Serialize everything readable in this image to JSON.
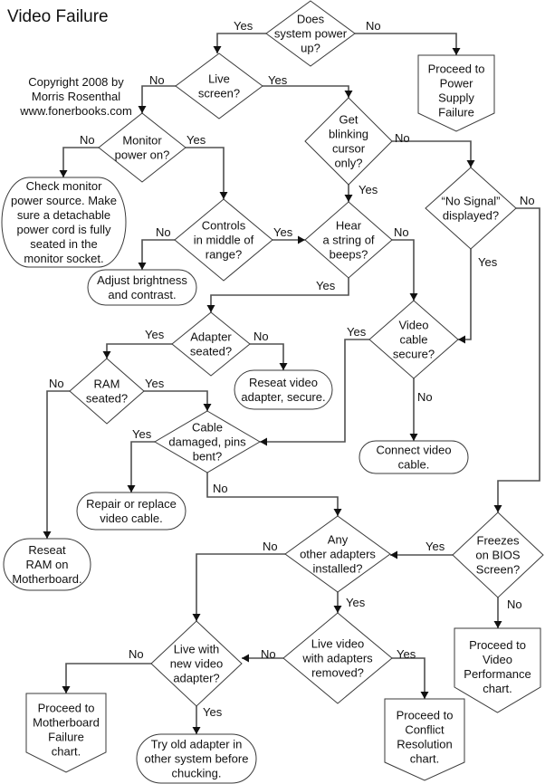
{
  "title": "Video Failure",
  "copyright": [
    "Copyright 2008 by",
    "Morris Rosenthal",
    "www.fonerbooks.com"
  ],
  "nodes": {
    "power_up": {
      "type": "decision",
      "lines": [
        "Does",
        "system power",
        "up?"
      ]
    },
    "power_supply": {
      "type": "offpage",
      "lines": [
        "Proceed to",
        "Power",
        "Supply",
        "Failure"
      ]
    },
    "live_screen": {
      "type": "decision",
      "lines": [
        "Live",
        "screen?"
      ]
    },
    "blinking_cursor": {
      "type": "decision",
      "lines": [
        "Get",
        "blinking",
        "cursor",
        "only?"
      ]
    },
    "monitor_power": {
      "type": "decision",
      "lines": [
        "Monitor",
        "power on?"
      ]
    },
    "check_monitor": {
      "type": "terminal",
      "lines": [
        "Check monitor",
        "power source. Make",
        "sure a detachable",
        "power cord is fully",
        "seated in the",
        "monitor socket."
      ]
    },
    "no_signal": {
      "type": "decision",
      "lines": [
        "“No Signal”",
        "displayed?"
      ]
    },
    "controls_middle": {
      "type": "decision",
      "lines": [
        "Controls",
        "in middle of",
        "range?"
      ]
    },
    "beeps": {
      "type": "decision",
      "lines": [
        "Hear",
        "a string of",
        "beeps?"
      ]
    },
    "adjust_brightness": {
      "type": "terminal",
      "lines": [
        "Adjust brightness",
        "and contrast."
      ]
    },
    "adapter_seated": {
      "type": "decision",
      "lines": [
        "Adapter",
        "seated?"
      ]
    },
    "cable_secure": {
      "type": "decision",
      "lines": [
        "Video",
        "cable",
        "secure?"
      ]
    },
    "reseat_adapter": {
      "type": "terminal",
      "lines": [
        "Reseat video",
        "adapter, secure."
      ]
    },
    "ram_seated": {
      "type": "decision",
      "lines": [
        "RAM",
        "seated?"
      ]
    },
    "cable_damaged": {
      "type": "decision",
      "lines": [
        "Cable",
        "damaged, pins",
        "bent?"
      ]
    },
    "connect_cable": {
      "type": "terminal",
      "lines": [
        "Connect video",
        "cable."
      ]
    },
    "repair_cable": {
      "type": "terminal",
      "lines": [
        "Repair or replace",
        "video cable."
      ]
    },
    "reseat_ram": {
      "type": "terminal",
      "lines": [
        "Reseat",
        "RAM on",
        "Motherboard."
      ]
    },
    "other_adapters": {
      "type": "decision",
      "lines": [
        "Any",
        "other adapters",
        "installed?"
      ]
    },
    "freezes_bios": {
      "type": "decision",
      "lines": [
        "Freezes",
        "on BIOS",
        "Screen?"
      ]
    },
    "live_removed": {
      "type": "decision",
      "lines": [
        "Live video",
        "with adapters",
        "removed?"
      ]
    },
    "live_new": {
      "type": "decision",
      "lines": [
        "Live with",
        "new video",
        "adapter?"
      ]
    },
    "video_performance": {
      "type": "offpage",
      "lines": [
        "Proceed to",
        "Video",
        "Performance",
        "chart."
      ]
    },
    "conflict_resolution": {
      "type": "offpage",
      "lines": [
        "Proceed to",
        "Conflict",
        "Resolution",
        "chart."
      ]
    },
    "motherboard_failure": {
      "type": "offpage",
      "lines": [
        "Proceed to",
        "Motherboard",
        "Failure",
        "chart."
      ]
    },
    "try_old_adapter": {
      "type": "terminal",
      "lines": [
        "Try old adapter in",
        "other system before",
        "chucking."
      ]
    }
  },
  "edges": [
    {
      "from": "power_up",
      "to": "live_screen",
      "label": "Yes"
    },
    {
      "from": "power_up",
      "to": "power_supply",
      "label": "No"
    },
    {
      "from": "live_screen",
      "to": "monitor_power",
      "label": "No"
    },
    {
      "from": "live_screen",
      "to": "blinking_cursor",
      "label": "Yes"
    },
    {
      "from": "monitor_power",
      "to": "check_monitor",
      "label": "No"
    },
    {
      "from": "monitor_power",
      "to": "controls_middle",
      "label": "Yes"
    },
    {
      "from": "blinking_cursor",
      "to": "no_signal",
      "label": "No"
    },
    {
      "from": "blinking_cursor",
      "to": "beeps",
      "label": "Yes"
    },
    {
      "from": "controls_middle",
      "to": "adjust_brightness",
      "label": "No"
    },
    {
      "from": "controls_middle",
      "to": "beeps",
      "label": "Yes"
    },
    {
      "from": "beeps",
      "to": "cable_secure",
      "label": "No"
    },
    {
      "from": "beeps",
      "to": "adapter_seated",
      "label": "Yes"
    },
    {
      "from": "no_signal",
      "to": "freezes_bios",
      "label": "No"
    },
    {
      "from": "no_signal",
      "to": "cable_secure",
      "label": "Yes"
    },
    {
      "from": "adapter_seated",
      "to": "ram_seated",
      "label": "Yes"
    },
    {
      "from": "adapter_seated",
      "to": "reseat_adapter",
      "label": "No"
    },
    {
      "from": "cable_secure",
      "to": "cable_damaged",
      "label": "Yes"
    },
    {
      "from": "cable_secure",
      "to": "connect_cable",
      "label": "No"
    },
    {
      "from": "ram_seated",
      "to": "reseat_ram",
      "label": "No"
    },
    {
      "from": "ram_seated",
      "to": "cable_damaged",
      "label": "Yes"
    },
    {
      "from": "cable_damaged",
      "to": "repair_cable",
      "label": "Yes"
    },
    {
      "from": "cable_damaged",
      "to": "other_adapters",
      "label": "No"
    },
    {
      "from": "freezes_bios",
      "to": "other_adapters",
      "label": "Yes"
    },
    {
      "from": "freezes_bios",
      "to": "video_performance",
      "label": "No"
    },
    {
      "from": "other_adapters",
      "to": "live_new",
      "label": "No"
    },
    {
      "from": "other_adapters",
      "to": "live_removed",
      "label": "Yes"
    },
    {
      "from": "live_removed",
      "to": "live_new",
      "label": "No"
    },
    {
      "from": "live_removed",
      "to": "conflict_resolution",
      "label": "Yes"
    },
    {
      "from": "live_new",
      "to": "motherboard_failure",
      "label": "No"
    },
    {
      "from": "live_new",
      "to": "try_old_adapter",
      "label": "Yes"
    }
  ]
}
